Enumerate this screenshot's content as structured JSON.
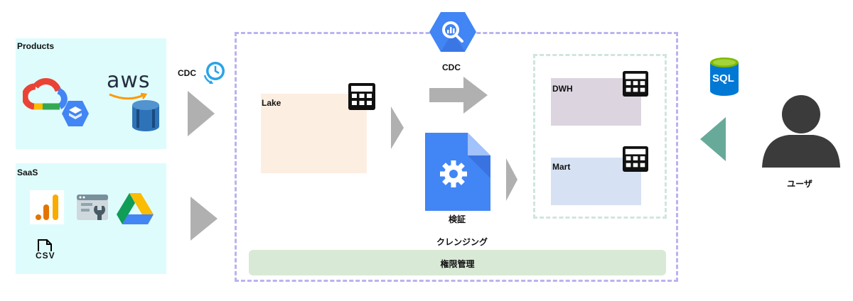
{
  "sources": {
    "products": {
      "title": "Products",
      "aws_text": "aws"
    },
    "saas": {
      "title": "SaaS",
      "csv_text": "CSV"
    }
  },
  "ingest": {
    "cdc_label": "CDC"
  },
  "platform": {
    "lake_label": "Lake",
    "transfer_label": "CDC",
    "validation_label": "検証",
    "cleansing_label": "クレンジング",
    "access_control_label": "権限管理",
    "dwh_label": "DWH",
    "mart_label": "Mart"
  },
  "consumer": {
    "sql_text": "SQL",
    "user_label": "ユーザ"
  },
  "colors": {
    "source_bg": "#dffcfd",
    "dashed_border": "#b9b3ef",
    "inner_dashed": "#cfe6dd",
    "lake_bg": "#fdeee2",
    "dwh_bg": "#dcd5e0",
    "mart_bg": "#d6e2f3",
    "access_bg": "#d8ead5",
    "arrow_gray": "#b0b0b0",
    "arrow_teal": "#68aa9a"
  }
}
